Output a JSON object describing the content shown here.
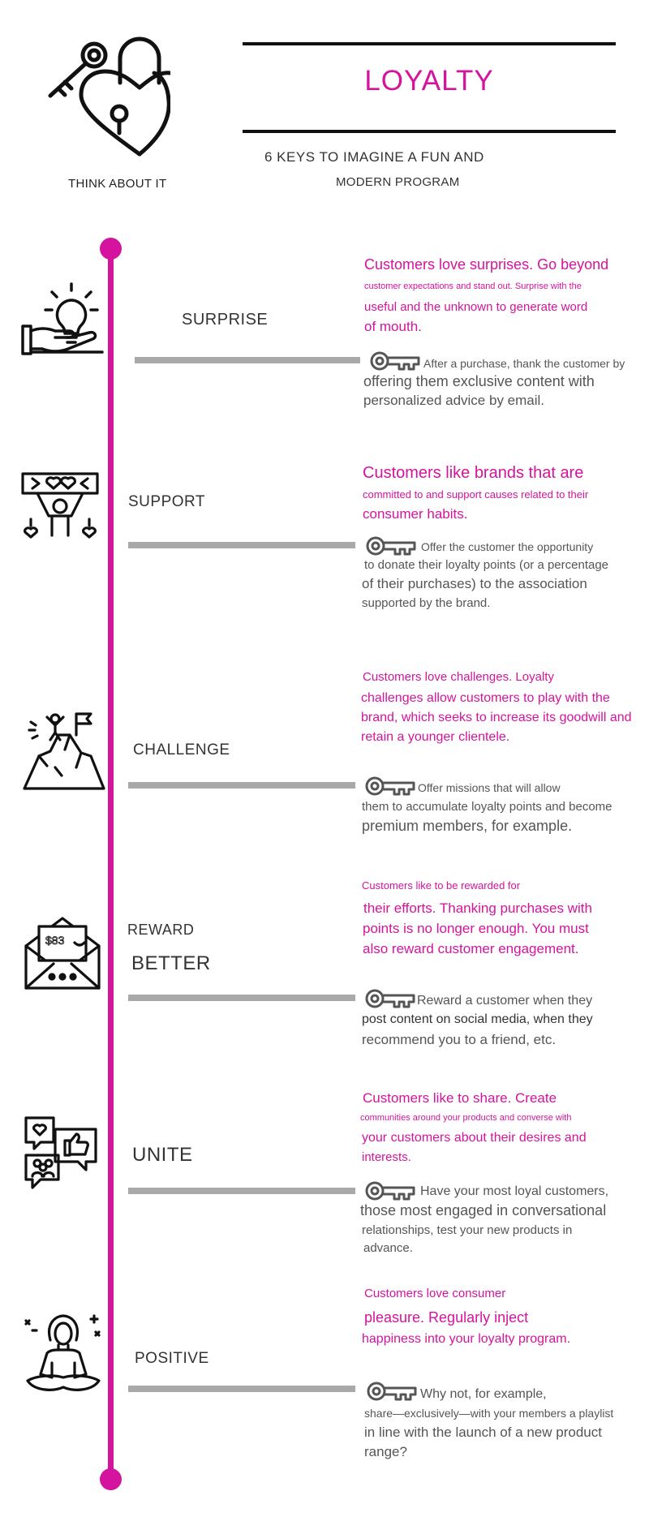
{
  "header": {
    "title": "LOYALTY",
    "subtitle_line1": "6 KEYS TO IMAGINE A FUN AND",
    "subtitle_line2": "MODERN PROGRAM",
    "think_label": "THINK ABOUT IT"
  },
  "colors": {
    "accent": "#d4139e",
    "connector": "#a9a9a9",
    "text": "#555555"
  },
  "keys": [
    {
      "label": "SURPRISE",
      "icon": "lightbulb-hand-icon",
      "headline": [
        "Customers love surprises. Go beyond",
        "customer expectations and stand out. Surprise with the",
        "useful and the unknown to generate word",
        "of mouth."
      ],
      "tip": [
        "After a purchase, thank the customer by",
        "offering them exclusive content with",
        "personalized advice by email."
      ]
    },
    {
      "label": "SUPPORT",
      "icon": "hearts-banner-icon",
      "headline": [
        "Customers like brands that are",
        "committed to and support causes related to their",
        "consumer habits."
      ],
      "tip": [
        "Offer the customer the opportunity",
        "to donate their loyalty points (or a percentage",
        "of their purchases) to the association",
        "supported by the brand."
      ]
    },
    {
      "label": "CHALLENGE",
      "icon": "mountain-flag-icon",
      "headline": [
        "Customers love challenges. Loyalty",
        "challenges allow customers to play with the",
        "brand, which seeks to increase its goodwill and",
        "retain a younger clientele."
      ],
      "tip": [
        "Offer missions that will allow",
        "them to accumulate loyalty points and become",
        "premium members, for example."
      ]
    },
    {
      "label": "REWARD",
      "label2": "BETTER",
      "icon": "envelope-money-icon",
      "money_text": "$83",
      "headline": [
        "Customers like to be rewarded for",
        "their efforts. Thanking purchases with",
        "points is no longer enough. You must",
        "also reward customer engagement."
      ],
      "tip": [
        "Reward a customer when they",
        "post content on social media, when they",
        "recommend you to a friend, etc."
      ]
    },
    {
      "label": "UNITE",
      "icon": "social-bubbles-icon",
      "headline": [
        "Customers like to share. Create",
        "communities around your products and converse with",
        "your customers about their desires and",
        "interests."
      ],
      "tip": [
        "Have your most loyal customers,",
        "those most engaged in conversational",
        "relationships, test your new products in",
        "advance."
      ]
    },
    {
      "label": "POSITIVE",
      "icon": "meditation-icon",
      "headline": [
        "Customers love consumer",
        "pleasure. Regularly inject",
        "happiness into your loyalty program."
      ],
      "tip": [
        "Why not, for example,",
        "share—exclusively—with your members a playlist",
        "in line with the launch of a new product",
        "range?"
      ]
    }
  ]
}
